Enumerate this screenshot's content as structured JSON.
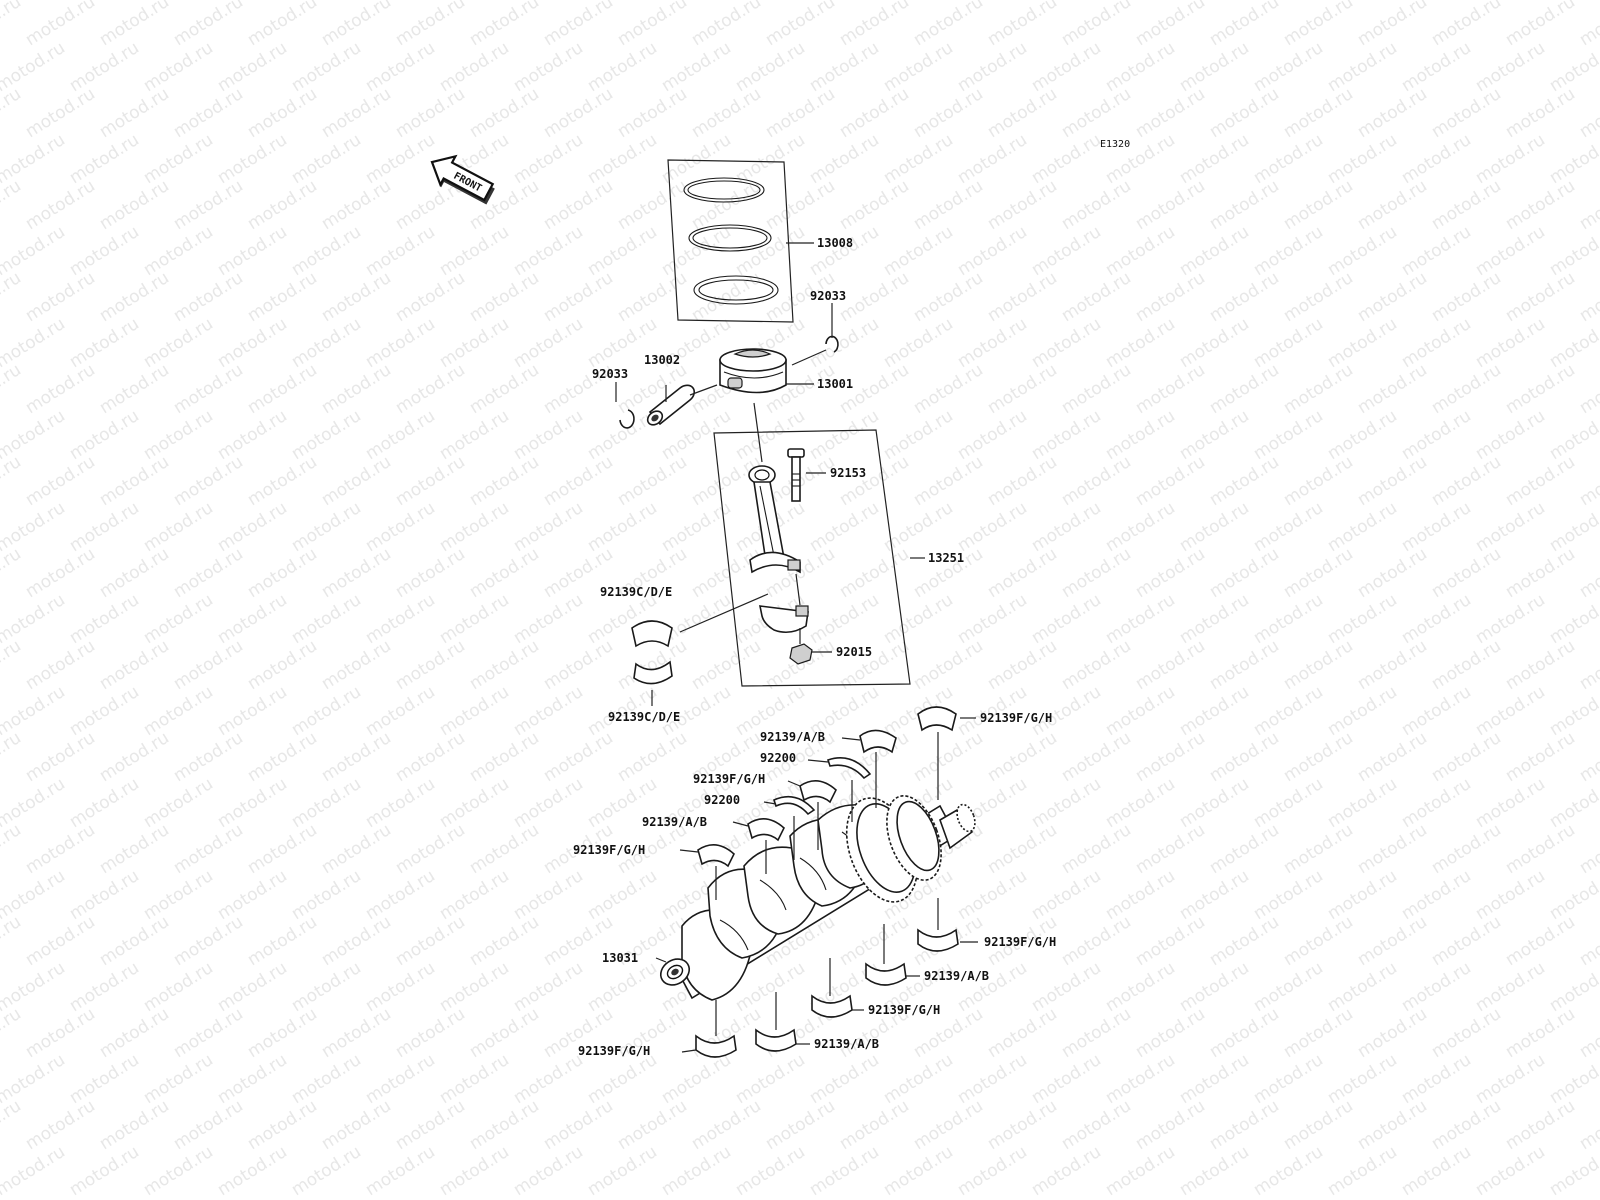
{
  "diagram": {
    "code": "E1320",
    "front_label": "FRONT",
    "watermark": "motod.ru",
    "parts": [
      {
        "number": "13008"
      },
      {
        "number": "92033"
      },
      {
        "number": "13002"
      },
      {
        "number": "92033"
      },
      {
        "number": "13001"
      },
      {
        "number": "92153"
      },
      {
        "number": "13251"
      },
      {
        "number": "92139C/D/E"
      },
      {
        "number": "92015"
      },
      {
        "number": "92139C/D/E"
      },
      {
        "number": "92139F/G/H"
      },
      {
        "number": "92139/A/B"
      },
      {
        "number": "92200"
      },
      {
        "number": "92139F/G/H"
      },
      {
        "number": "92200"
      },
      {
        "number": "92139/A/B"
      },
      {
        "number": "92139F/G/H"
      },
      {
        "number": "13031"
      },
      {
        "number": "92139F/G/H"
      },
      {
        "number": "92139/A/B"
      },
      {
        "number": "92139F/G/H"
      },
      {
        "number": "92139F/G/H"
      },
      {
        "number": "92139/A/B"
      }
    ]
  }
}
